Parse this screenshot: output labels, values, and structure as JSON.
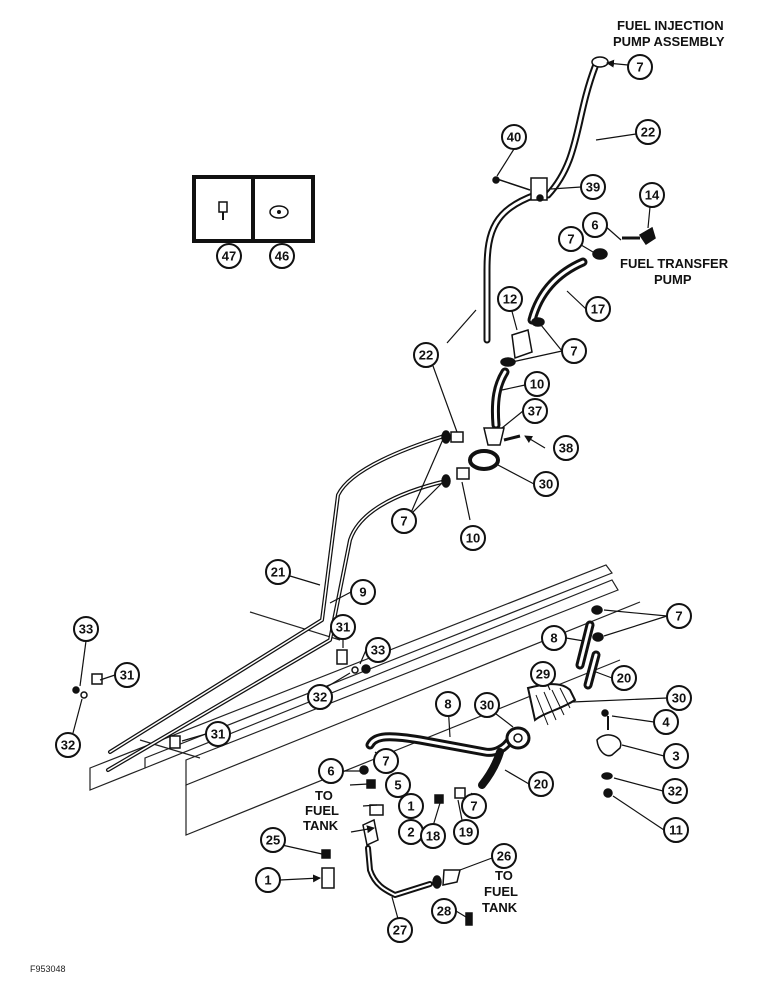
{
  "figure_id": "F953048",
  "labels": {
    "fuel_injection_1": "FUEL INJECTION",
    "fuel_injection_2": "PUMP ASSEMBLY",
    "transfer_1": "FUEL TRANSFER",
    "transfer_2": "PUMP",
    "tank_left_1": "TO",
    "tank_left_2": "FUEL",
    "tank_left_3": "TANK",
    "tank_right_1": "TO",
    "tank_right_2": "FUEL",
    "tank_right_3": "TANK"
  },
  "callouts": [
    {
      "id": "c7a",
      "text": "7"
    },
    {
      "id": "c22a",
      "text": "22"
    },
    {
      "id": "c40",
      "text": "40"
    },
    {
      "id": "c39",
      "text": "39"
    },
    {
      "id": "c14",
      "text": "14"
    },
    {
      "id": "c6a",
      "text": "6"
    },
    {
      "id": "c7b",
      "text": "7"
    },
    {
      "id": "c17",
      "text": "17"
    },
    {
      "id": "c12",
      "text": "12"
    },
    {
      "id": "c7c",
      "text": "7"
    },
    {
      "id": "c22b",
      "text": "22"
    },
    {
      "id": "c10a",
      "text": "10"
    },
    {
      "id": "c37",
      "text": "37"
    },
    {
      "id": "c38",
      "text": "38"
    },
    {
      "id": "c30a",
      "text": "30"
    },
    {
      "id": "c7d",
      "text": "7"
    },
    {
      "id": "c10b",
      "text": "10"
    },
    {
      "id": "c47",
      "text": "47"
    },
    {
      "id": "c46",
      "text": "46"
    },
    {
      "id": "c21",
      "text": "21"
    },
    {
      "id": "c9",
      "text": "9"
    },
    {
      "id": "c33a",
      "text": "33"
    },
    {
      "id": "c31a",
      "text": "31"
    },
    {
      "id": "c32a",
      "text": "32"
    },
    {
      "id": "c31b",
      "text": "31"
    },
    {
      "id": "c33b",
      "text": "33"
    },
    {
      "id": "c32b",
      "text": "32"
    },
    {
      "id": "c31c",
      "text": "31"
    },
    {
      "id": "c7e",
      "text": "7"
    },
    {
      "id": "c8a",
      "text": "8"
    },
    {
      "id": "c20a",
      "text": "20"
    },
    {
      "id": "c29",
      "text": "29"
    },
    {
      "id": "c30b",
      "text": "30"
    },
    {
      "id": "c30c",
      "text": "30"
    },
    {
      "id": "c8b",
      "text": "8"
    },
    {
      "id": "c4",
      "text": "4"
    },
    {
      "id": "c3",
      "text": "3"
    },
    {
      "id": "c32c",
      "text": "32"
    },
    {
      "id": "c11",
      "text": "11"
    },
    {
      "id": "c6b",
      "text": "6"
    },
    {
      "id": "c7f",
      "text": "7"
    },
    {
      "id": "c5",
      "text": "5"
    },
    {
      "id": "c20b",
      "text": "20"
    },
    {
      "id": "c1a",
      "text": "1"
    },
    {
      "id": "c7g",
      "text": "7"
    },
    {
      "id": "c2",
      "text": "2"
    },
    {
      "id": "c18",
      "text": "18"
    },
    {
      "id": "c19",
      "text": "19"
    },
    {
      "id": "c25",
      "text": "25"
    },
    {
      "id": "c26",
      "text": "26"
    },
    {
      "id": "c1b",
      "text": "1"
    },
    {
      "id": "c28",
      "text": "28"
    },
    {
      "id": "c27",
      "text": "27"
    }
  ]
}
